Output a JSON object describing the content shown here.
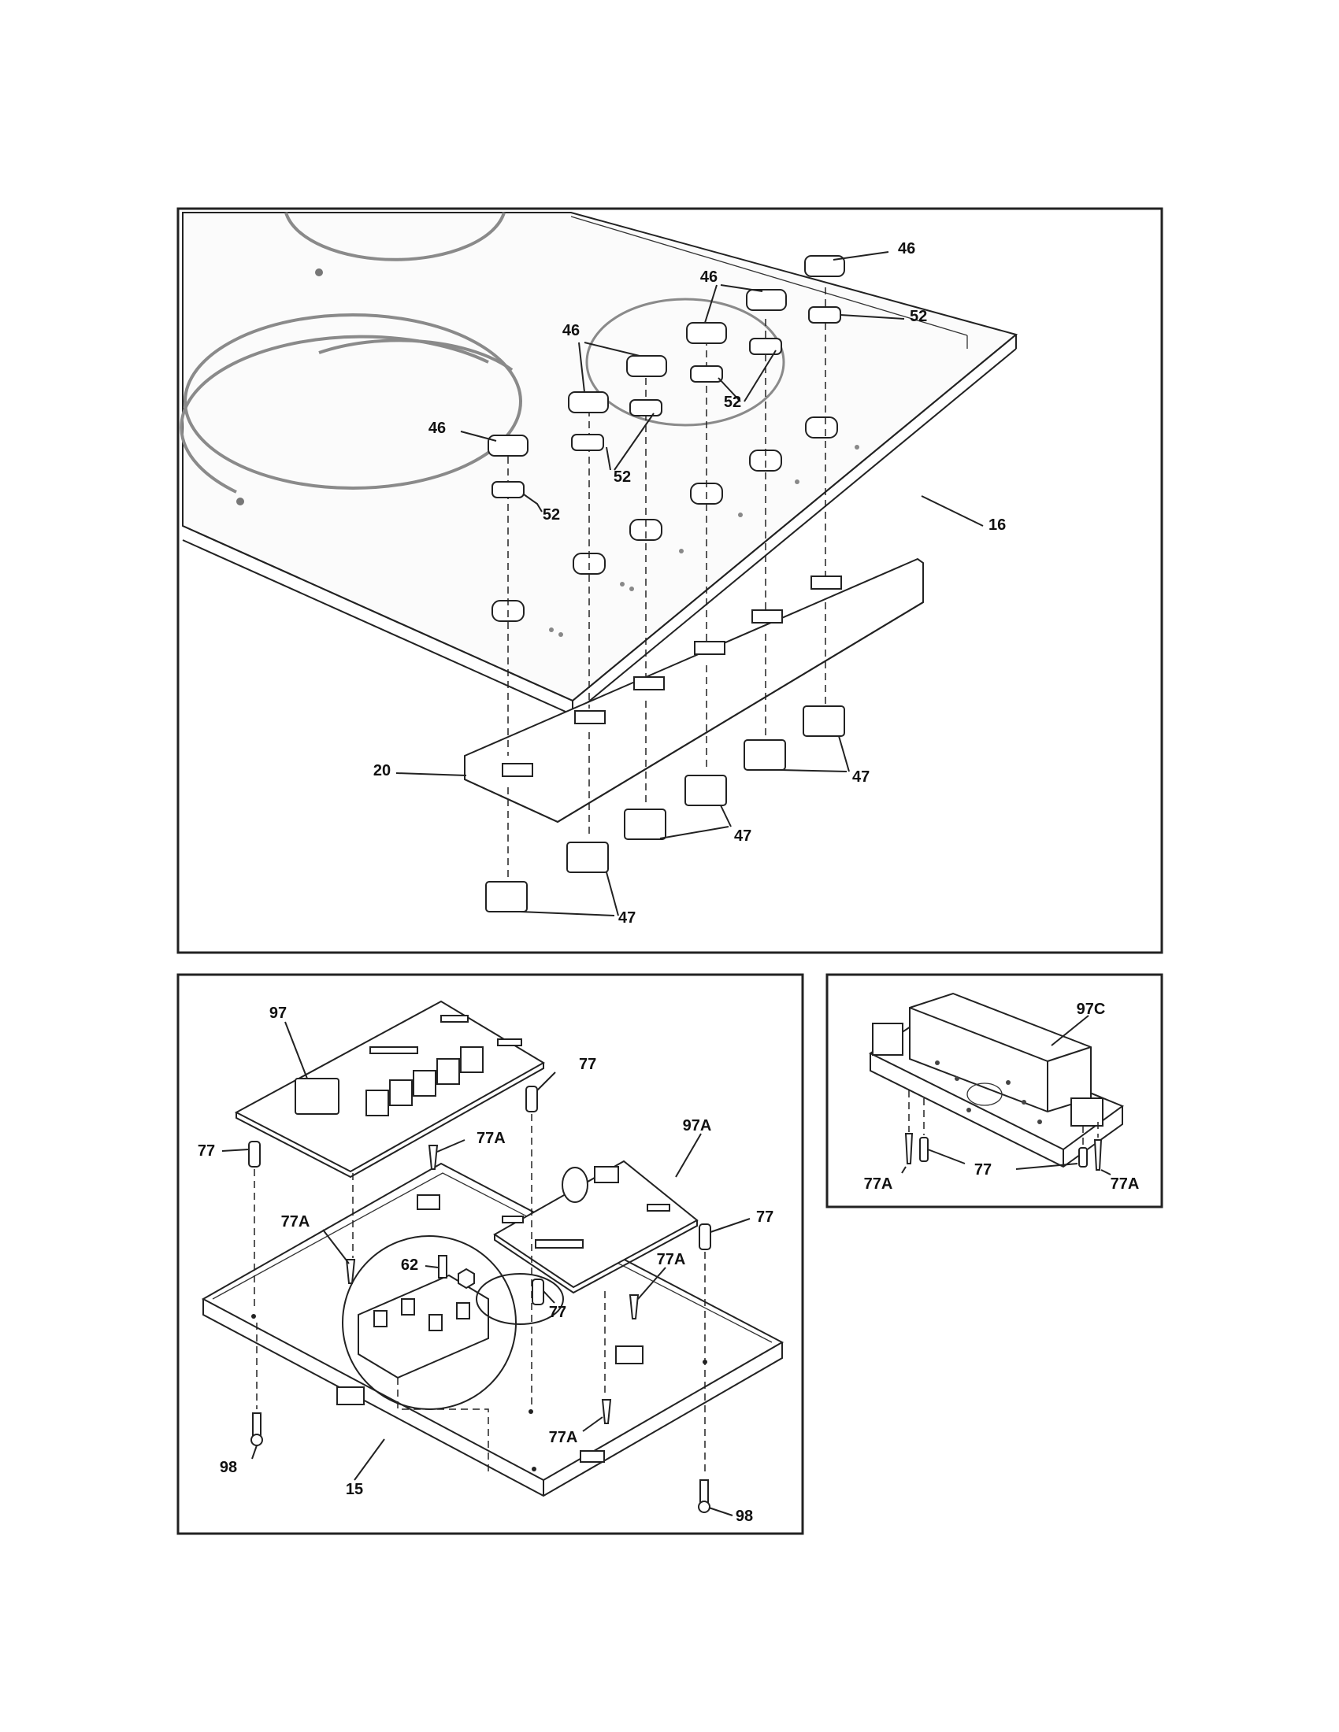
{
  "diagram": {
    "top_panel": {
      "labels": {
        "knob_cap": "46",
        "knob_gasket": "52",
        "glass_top": "16",
        "touch_board": "20",
        "switch": "47"
      }
    },
    "lower_left_panel": {
      "labels": {
        "relay_board": "97",
        "control_board": "97A",
        "standoff": "77",
        "locking_support": "77A",
        "terminal_screw": "62",
        "chassis": "15",
        "screw": "98"
      }
    },
    "lower_right_panel": {
      "labels": {
        "board_assembly": "97C",
        "standoff": "77",
        "locking_support": "77A"
      }
    }
  }
}
